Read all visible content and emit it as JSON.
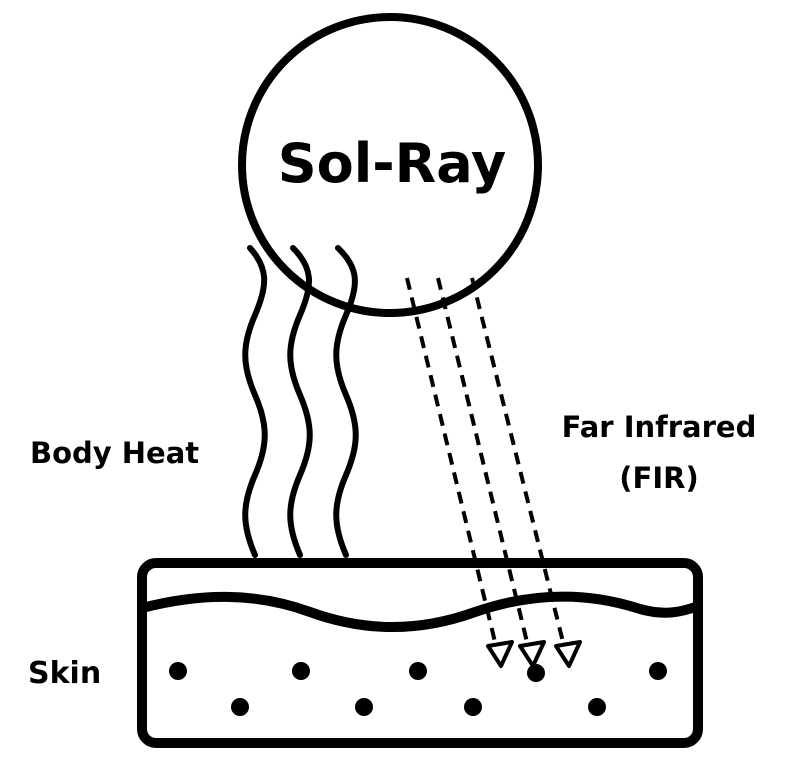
{
  "sun": {
    "label": "Sol-Ray"
  },
  "labels": {
    "body_heat": "Body Heat",
    "far_infrared_line1": "Far Infrared",
    "far_infrared_line2": "(FIR)",
    "skin": "Skin"
  },
  "colors": {
    "ink": "#000000",
    "background": "#ffffff"
  }
}
